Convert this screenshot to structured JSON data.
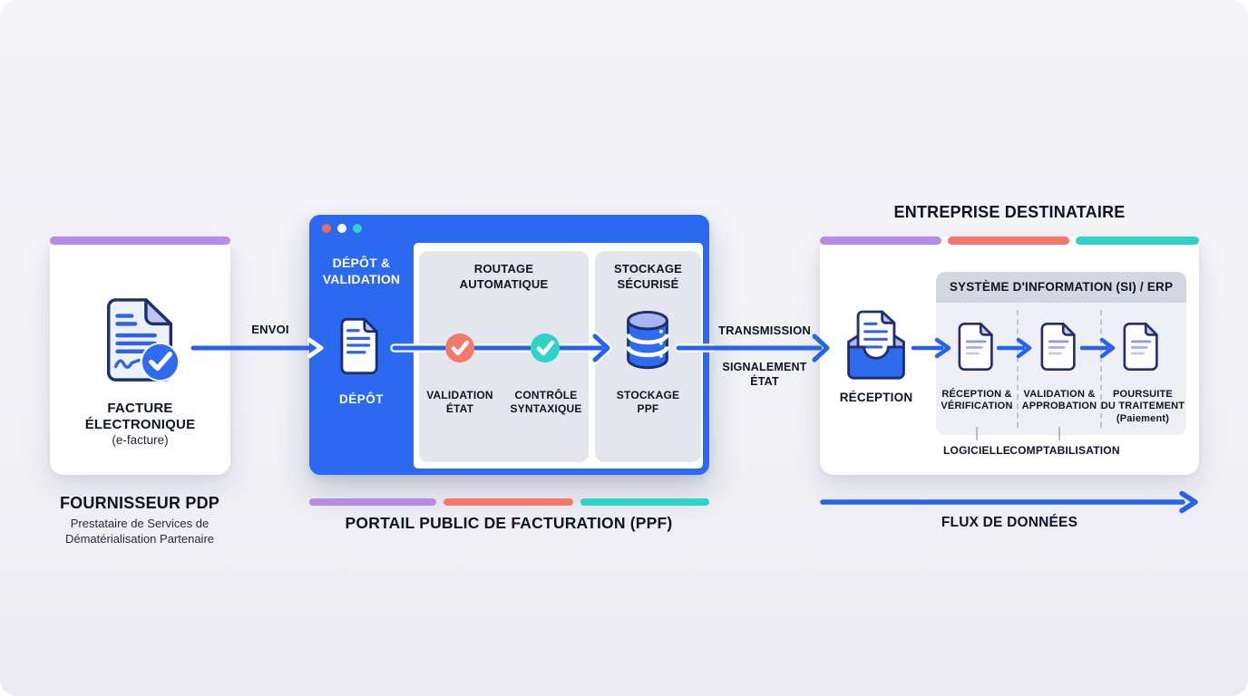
{
  "palette": {
    "background": "#f1f1f6",
    "window_blue": "#2a69f0",
    "arrow_blue": "#2563eb",
    "outline_navy": "#1d2f6e",
    "accent_purple": "#b48ce4",
    "accent_salmon": "#f4796b",
    "accent_teal": "#2ed3c8",
    "panel_gray": "#e4e6ed",
    "erp_header_gray": "#d2d7e2",
    "text_dark": "#0d1424"
  },
  "supplier": {
    "card_label_lines": [
      "FACTURE",
      "ÉLECTRONIQUE"
    ],
    "card_sublabel": "(e-facture)",
    "title": "FOURNISSEUR PDP",
    "subtitle_lines": [
      "Prestataire de Services de",
      "Dématérialisation Partenaire"
    ]
  },
  "flow": {
    "envoi_label": "ENVOI",
    "transmission_label": "TRANSMISSION",
    "signalement_lines": [
      "SIGNALEMENT",
      "ÉTAT"
    ],
    "flux_label": "FLUX DE DONNÉES"
  },
  "ppf_window": {
    "dot_colors": [
      "#ee6a5f",
      "#ffffff",
      "#34d1c6"
    ],
    "sidebar_title_lines": [
      "DÉPÔT &",
      "VALIDATION"
    ],
    "depot_label": "DÉPÔT",
    "routage_panel": {
      "title_lines": [
        "ROUTAGE",
        "AUTOMATIQUE"
      ],
      "checkpoints": [
        {
          "label_lines": [
            "VALIDATION",
            "ÉTAT"
          ],
          "color": "#f4796b",
          "icon": "check-icon"
        },
        {
          "label_lines": [
            "CONTRÔLE",
            "SYNTAXIQUE"
          ],
          "color": "#2ed3c8",
          "icon": "check-icon"
        }
      ]
    },
    "stockage_panel": {
      "title_lines": [
        "STOCKAGE",
        "SÉCURISÉ"
      ],
      "icon": "database-icon",
      "label_lines": [
        "STOCKAGE",
        "PPF"
      ]
    },
    "caption": "PORTAIL PUBLIC DE FACTURATION (PPF)"
  },
  "recipient": {
    "title": "ENTREPRISE DESTINATAIRE",
    "reception_label": "RÉCEPTION",
    "erp": {
      "title": "SYSTÈME D'INFORMATION (SI) / ERP",
      "steps": [
        {
          "label_lines": [
            "RÉCEPTION &",
            "VÉRIFICATION"
          ],
          "sublabel": ""
        },
        {
          "label_lines": [
            "VALIDATION &",
            "APPROBATION"
          ],
          "sublabel": ""
        },
        {
          "label_lines": [
            "POURSUITE",
            "DU TRAITEMENT"
          ],
          "sublabel": "(Paiement)"
        }
      ],
      "footnotes": [
        "LOGICIELLE",
        "COMPTABILISATION"
      ]
    }
  }
}
